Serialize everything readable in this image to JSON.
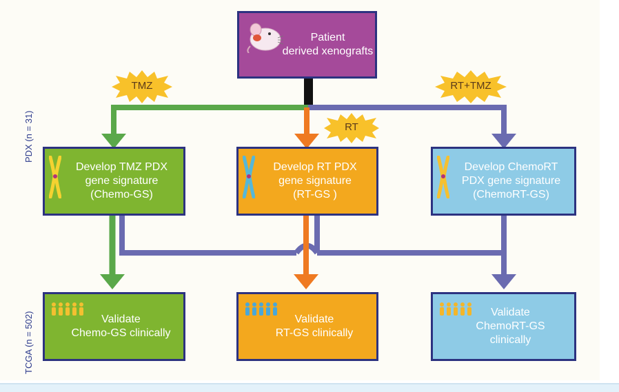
{
  "side_labels": {
    "pdx": "PDX (n = 31)",
    "tcga": "TCGA (n = 502)"
  },
  "top_box": {
    "line1": "Patient",
    "line2": "derived xenografts"
  },
  "treatments": {
    "tmz": "TMZ",
    "rt": "RT",
    "rt_tmz": "RT+TMZ"
  },
  "develop_boxes": [
    {
      "text": "Develop TMZ PDX\ngene signature\n(Chemo-GS)"
    },
    {
      "text": "Develop RT PDX\ngene signature\n(RT-GS )"
    },
    {
      "text": "Develop ChemoRT\nPDX gene signature\n(ChemoRT-GS)"
    }
  ],
  "validate_boxes": [
    {
      "text": "Validate\nChemo-GS clinically"
    },
    {
      "text": "Validate\nRT-GS clinically"
    },
    {
      "text": "Validate\nChemoRT-GS\nclinically"
    }
  ],
  "colors": {
    "green": "#7fb530",
    "orange": "#f3a81e",
    "blue": "#8ecbe6",
    "purple": "#a54a9a",
    "green_arrow": "#5aa84a",
    "orange_arrow": "#ef7a22",
    "blue_arrow": "#6a6bb0",
    "black_stem": "#111111",
    "starburst": "#f8c12a"
  },
  "icons": {
    "top": "mouse-icon",
    "develop": "chromosome-icon",
    "validate": "people-group-icon"
  }
}
